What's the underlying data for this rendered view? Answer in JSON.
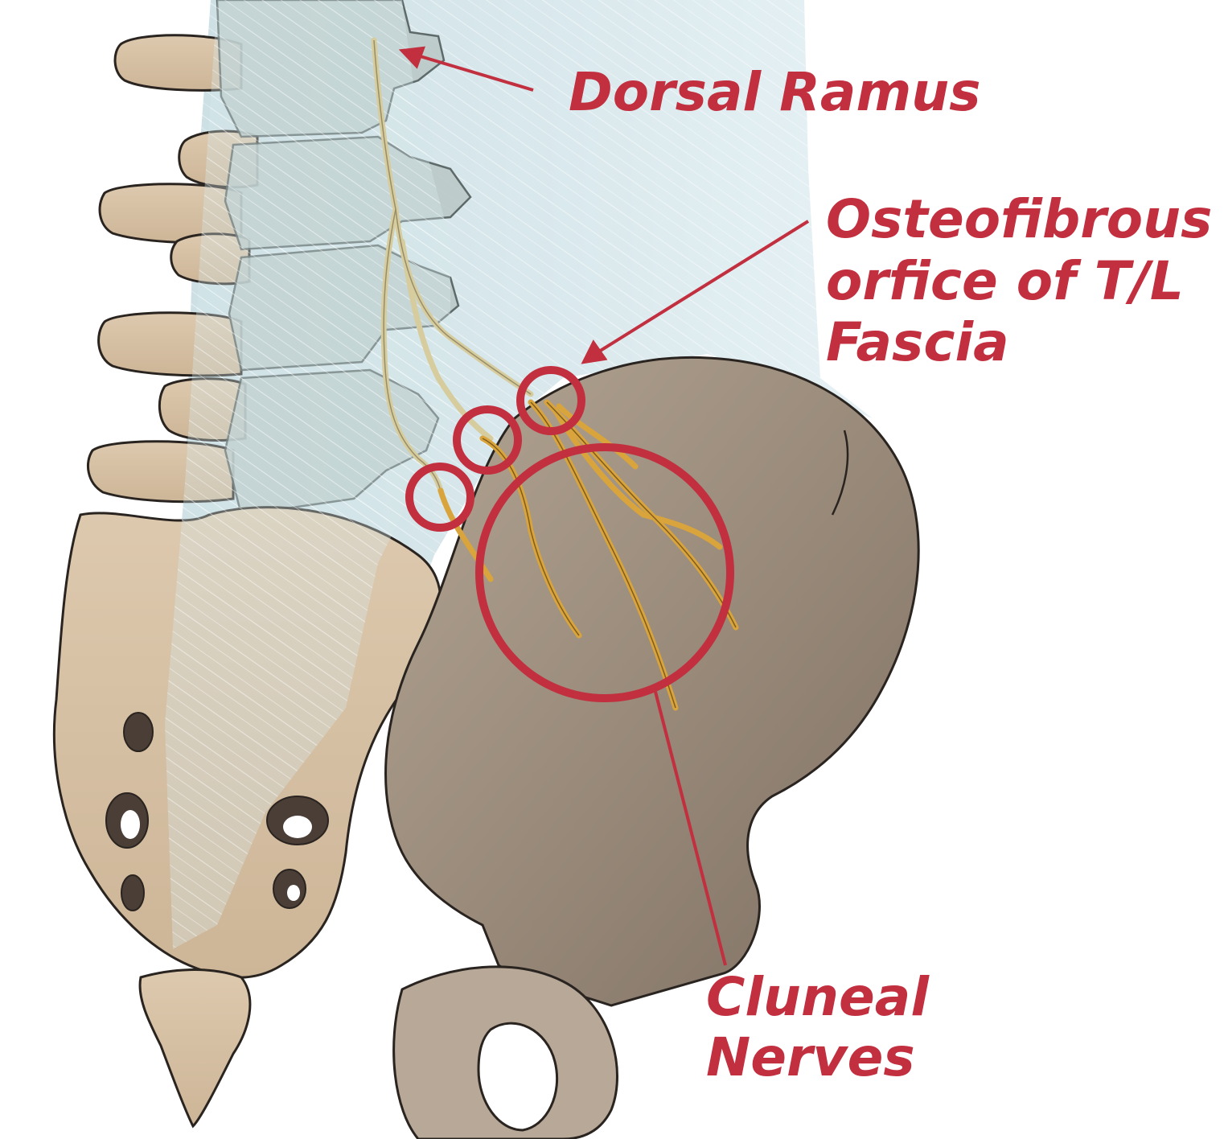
{
  "labels": {
    "dorsal_ramus": "Dorsal Ramus",
    "osteofibrous_line1": "Osteofibrous",
    "osteofibrous_line2": "orfice of T/L",
    "osteofibrous_line3": "Fascia",
    "cluneal_line1": "Cluneal",
    "cluneal_line2": "Nerves"
  },
  "colors": {
    "accent_red": "#c22f3f",
    "fascia_blue": "#dceef2",
    "bone_beige": "#d8c3a8",
    "ilium_gray": "#9c8d7e",
    "nerve_gold": "#d9a43c",
    "outline": "#2a2420"
  }
}
